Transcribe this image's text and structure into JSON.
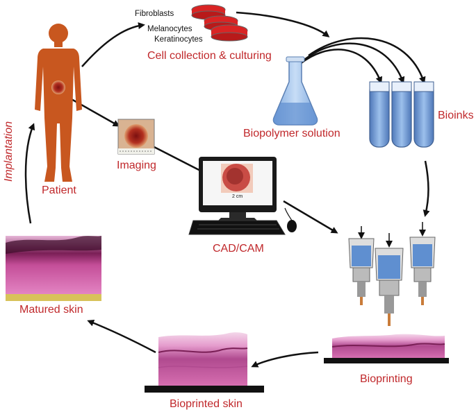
{
  "labels": {
    "fibroblasts": "Fibroblasts",
    "melanocytes": "Melanocytes",
    "keratinocytes": "Keratinocytes",
    "cell_collection": "Cell collection & culturing",
    "biopolymer": "Biopolymer solution",
    "bioinks": "Bioinks",
    "patient": "Patient",
    "imaging": "Imaging",
    "cadcam": "CAD/CAM",
    "bioprinting": "Bioprinting",
    "bioprinted_skin": "Bioprinted skin",
    "matured_skin": "Matured skin",
    "implantation": "Implantation",
    "scale_text": "2 cm"
  },
  "colors": {
    "label_red": "#c0282b",
    "skin_body": "#c8571f",
    "liquid_blue": "#6f97cf",
    "dish_red": "#d92424",
    "tissue_pink": "#d870b4"
  }
}
